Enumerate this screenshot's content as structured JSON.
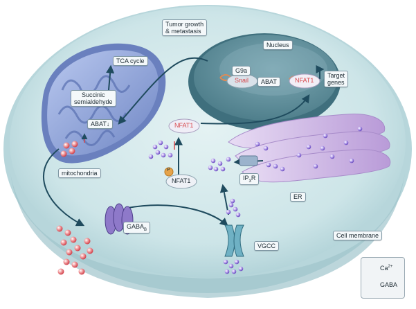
{
  "labels": {
    "tumor_growth": "Tumor growth\n& metastasis",
    "nucleus": "Nucleus",
    "tca_cycle": "TCA cycle",
    "succinic_semialdehyde": "Succinic\nsemialdehyde",
    "abat_down": "ABAT↓",
    "mitochondria": "mitochondria",
    "g9a": "G9a",
    "snail": "Snail",
    "abat": "ABAT",
    "nfat1_nucleus": "NFAT1",
    "target_genes": "Target\ngenes",
    "nfat1_cytoplasm": "NFAT1",
    "nfat1_phospho": "NFAT1",
    "phospho": "P",
    "ip3r": "IP",
    "ip3r_sub": "3",
    "ip3r_tail": "R",
    "er": "ER",
    "gaba_b": "GABA",
    "gaba_b_sub": "B",
    "vgcc": "VGCC",
    "cell_membrane": "Cell membrane"
  },
  "legend": {
    "ca_label": "Ca",
    "ca_sup": "2+",
    "gaba_label": "GABA"
  },
  "colors": {
    "cytoplasm": "#cfe6ea",
    "membrane": "#a9cdd3",
    "nucleus": "#5f8f9c",
    "mitochondria": "#8fa6d9",
    "er": "#c9b2e3",
    "calcium": "#8b6fd0",
    "gaba": "#e0575c",
    "arrow": "#1f4b5e"
  }
}
